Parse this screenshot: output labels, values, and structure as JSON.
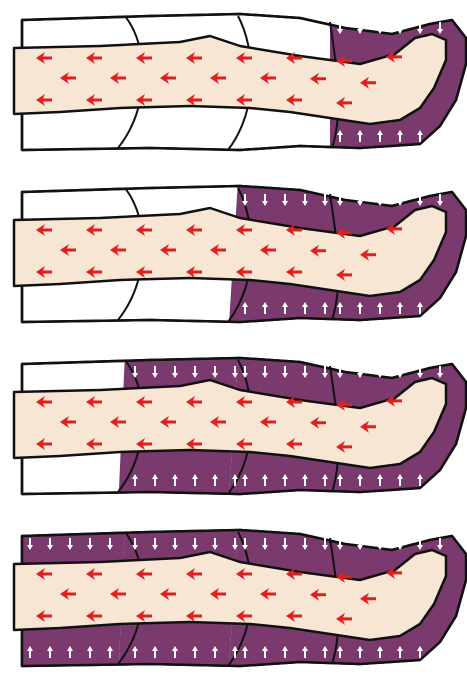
{
  "colors": {
    "background": "#ffffff",
    "sleeve_off": "#ffffff",
    "sleeve_on": "#7a3a6e",
    "sleeve_on_dark": "#5e2a55",
    "outline": "#111111",
    "leg_skin": "#f8e6d4",
    "flow_arrow": "#e02020",
    "pressure_arrow": "#ffffff"
  },
  "icons": {
    "flow_arrow": "red-left-arrow-icon",
    "pressure_arrow": "white-pressure-arrow-icon"
  },
  "stages": [
    {
      "stage": 1,
      "inflated_chambers": 1
    },
    {
      "stage": 2,
      "inflated_chambers": 2
    },
    {
      "stage": 3,
      "inflated_chambers": 3
    },
    {
      "stage": 4,
      "inflated_chambers": 4
    }
  ],
  "total_chambers": 4
}
